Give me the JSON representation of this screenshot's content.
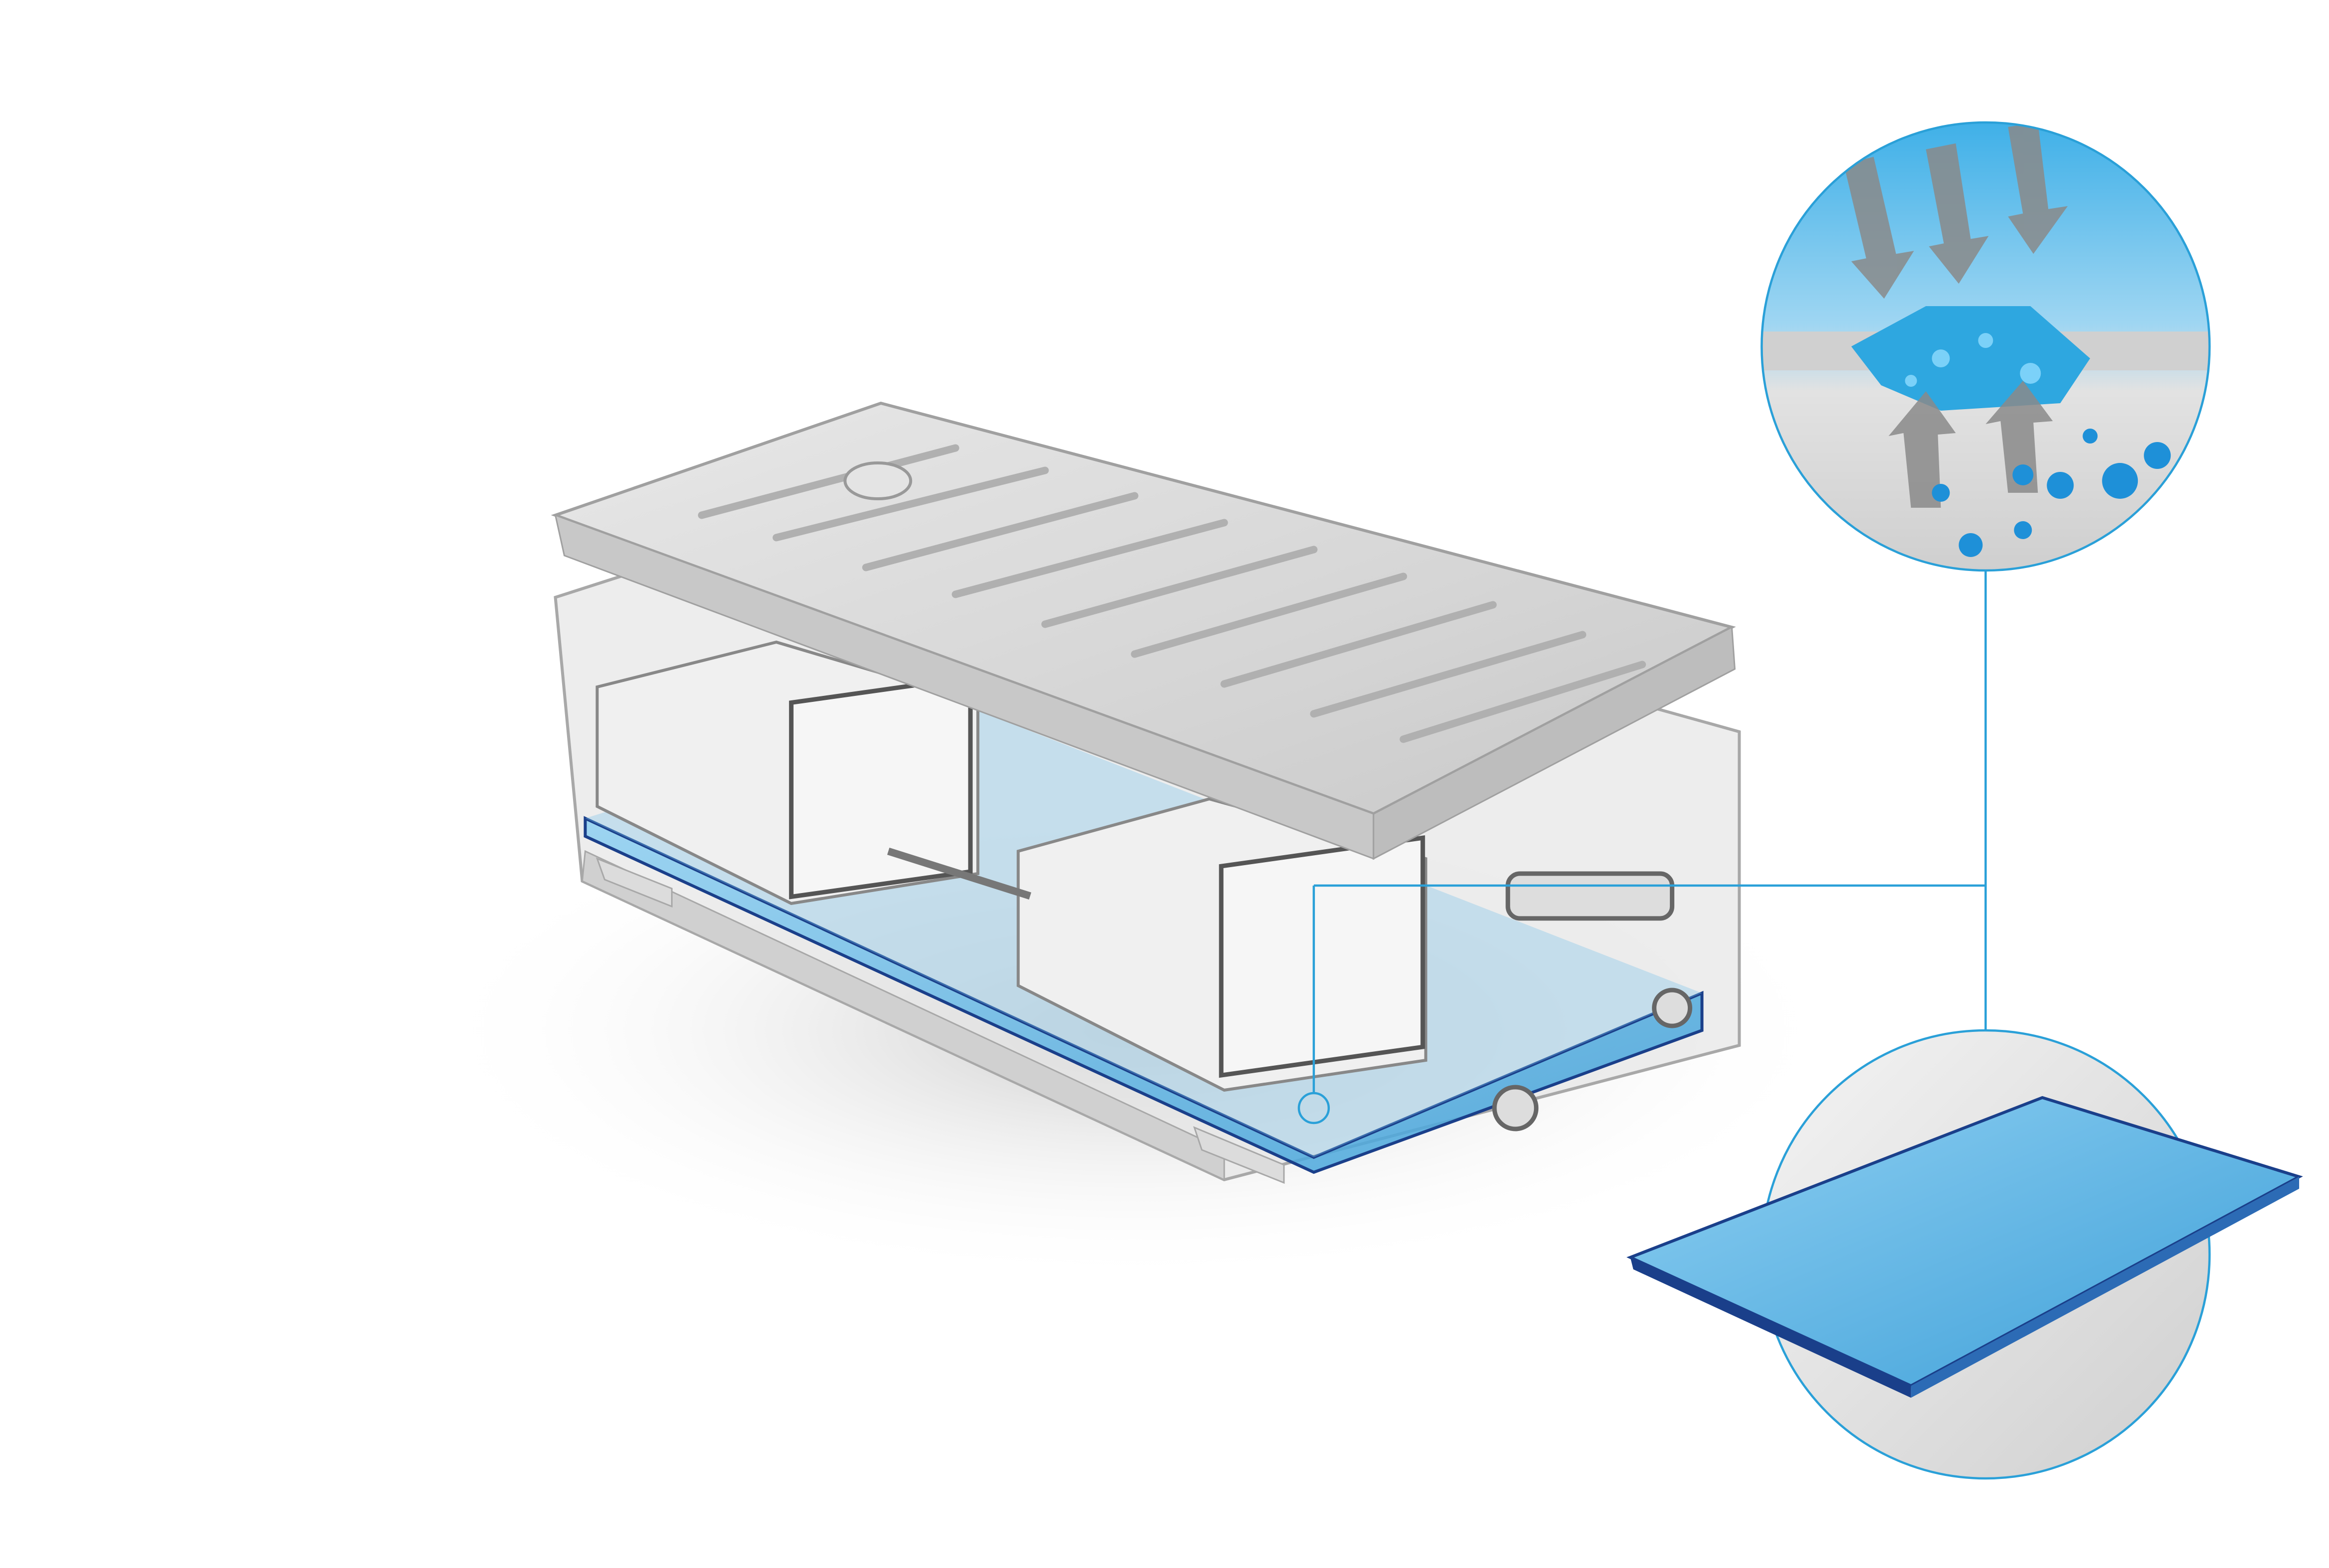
{
  "illustration": {
    "subject": "battery-housing-with-absorbent-pad",
    "colors": {
      "background": "#ffffff",
      "housing": "#d9d9d9",
      "housing_edge": "#a8a8a8",
      "pad_blue": "#5fb4e4",
      "pad_edge": "#1a3f8a",
      "callout_line": "#2aa0d8",
      "droplet": "#1e90d8",
      "arrow": "#8a8a8a"
    },
    "callouts": [
      {
        "name": "absorption-detail",
        "icon": "magnified-cross-section"
      },
      {
        "name": "pad-detail",
        "icon": "absorbent-pad"
      }
    ]
  }
}
